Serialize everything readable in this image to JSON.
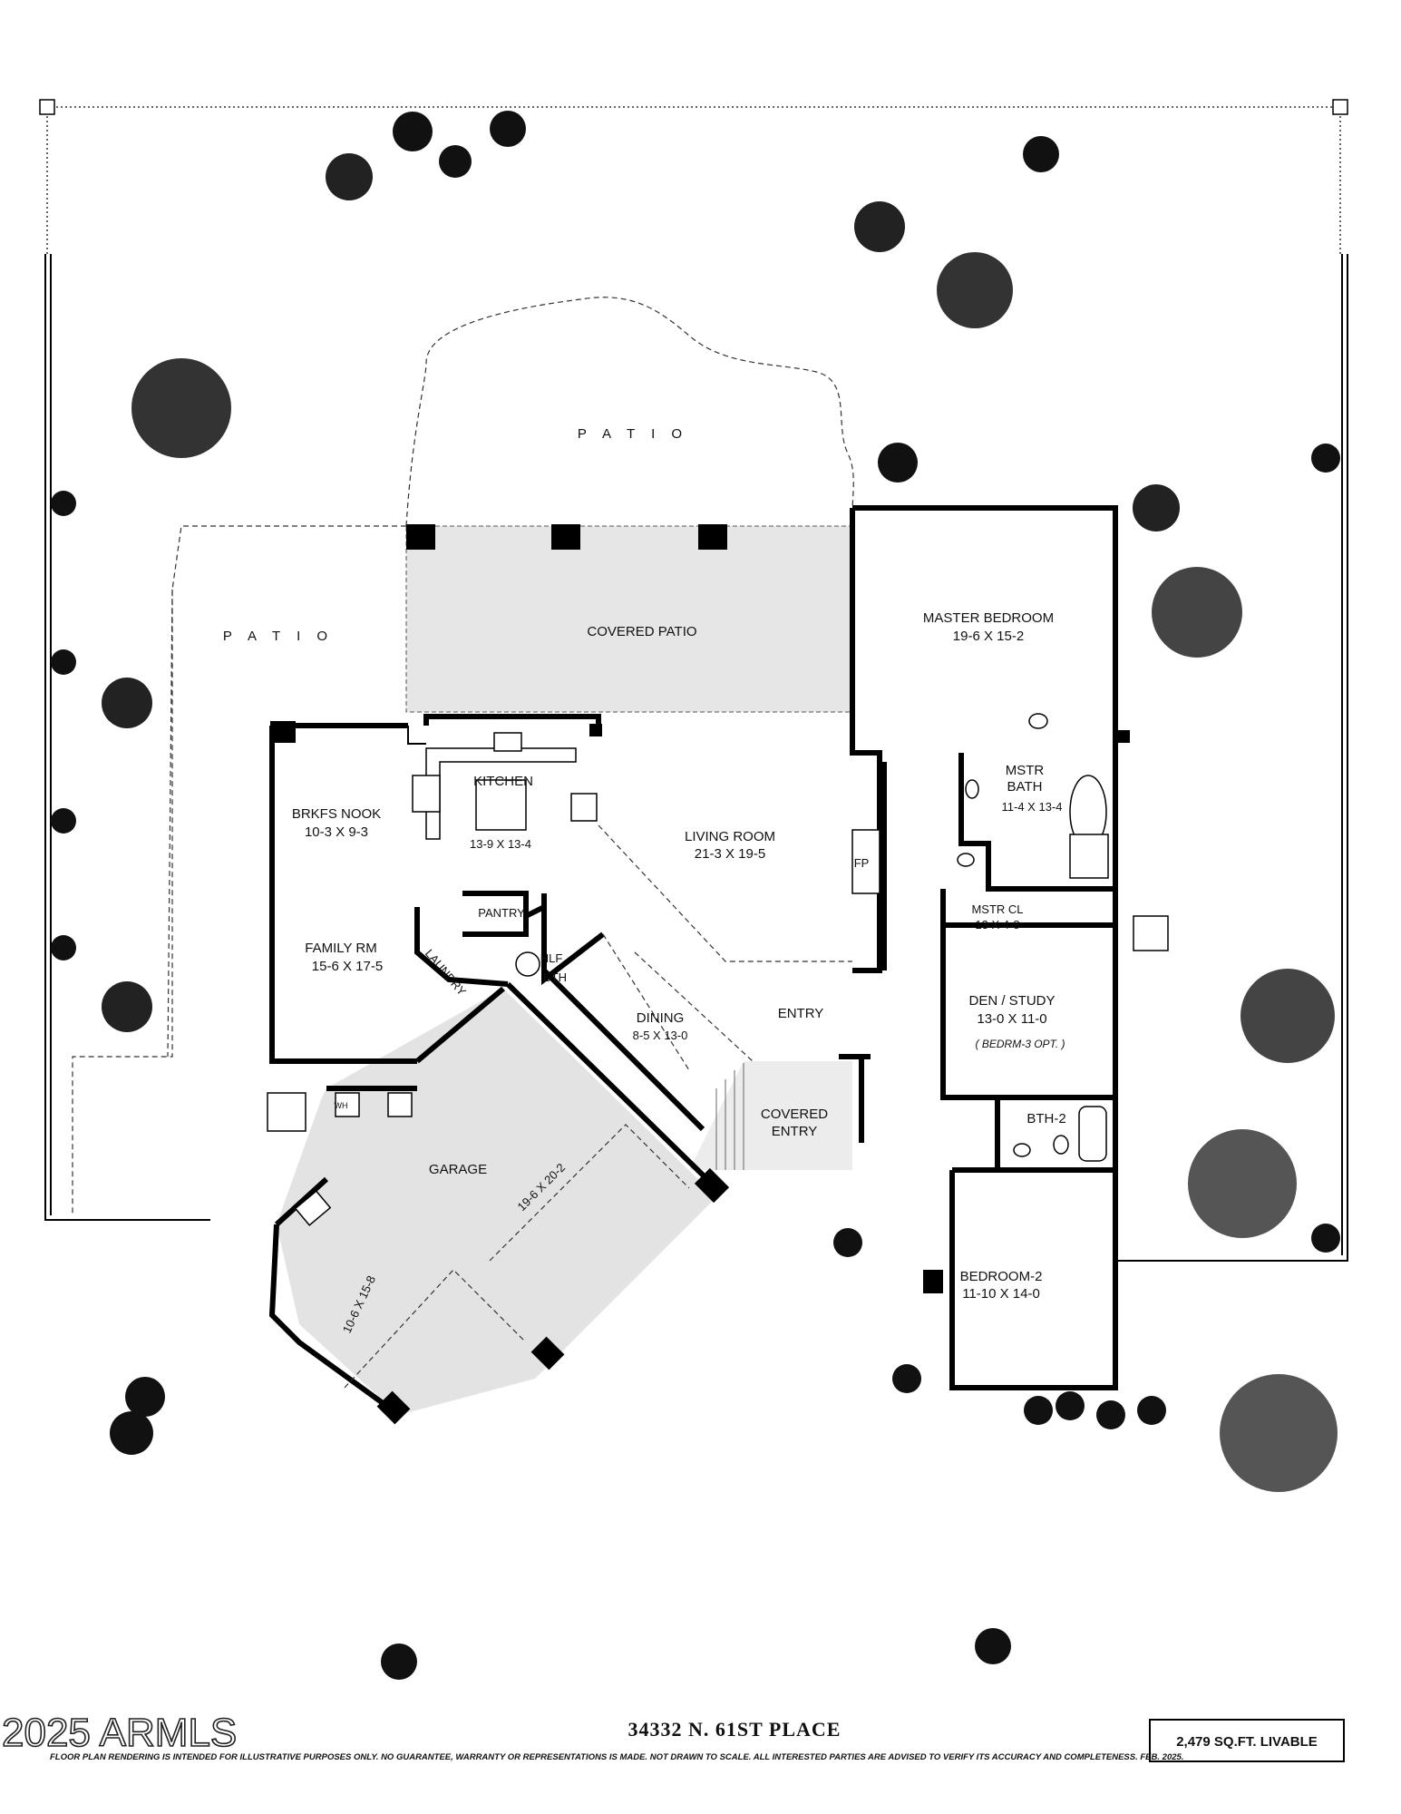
{
  "rooms": {
    "patio_rear": "P A T I O",
    "patio_side": "P A T I O",
    "covered_patio": "COVERED PATIO",
    "master_bedroom": {
      "name": "MASTER BEDROOM",
      "size": "19-6  X  15-2"
    },
    "mstr_bath": {
      "name_line1": "MSTR",
      "name_line2": "BATH",
      "size": "11-4 X 13-4"
    },
    "mstr_cl": {
      "name": "MSTR CL",
      "size": "13 X 4-8"
    },
    "kitchen": {
      "name": "KITCHEN",
      "size": "13-9 X 13-4"
    },
    "brkfs_nook": {
      "name": "BRKFS NOOK",
      "size": "10-3  X  9-3"
    },
    "living_room": {
      "name": "LIVING ROOM",
      "size": "21-3  X  19-5"
    },
    "fireplace": "FP",
    "family_rm": {
      "name": "FAMILY RM",
      "size": "15-6  X  17-5"
    },
    "pantry": "PANTRY",
    "laundry": "LAUNDRY",
    "hlf_bth": {
      "line1": "HLF",
      "line2": "BTH"
    },
    "dining": {
      "name": "DINING",
      "size": "8-5 X 13-0"
    },
    "entry": "ENTRY",
    "covered_entry": {
      "line1": "COVERED",
      "line2": "ENTRY"
    },
    "den_study": {
      "name": "DEN / STUDY",
      "size": "13-0  X  11-0",
      "note": "( BEDRM-3 OPT. )"
    },
    "bth2": "BTH-2",
    "bedroom2": {
      "name": "BEDROOM-2",
      "size": "11-10 X 14-0"
    },
    "garage": {
      "name": "GARAGE",
      "size_main": "19-6  X  20-2",
      "size_side": "10-6  X  15-8"
    },
    "water_heater": "WH"
  },
  "footer": {
    "address": "34332  N. 61ST  PLACE",
    "sqft": "2,479 SQ.FT. LIVABLE",
    "disclaimer": "FLOOR PLAN RENDERING IS INTENDED FOR ILLUSTRATIVE PURPOSES ONLY.  NO GUARANTEE, WARRANTY OR REPRESENTATIONS IS MADE.  NOT DRAWN TO SCALE.  ALL INTERESTED PARTIES ARE ADVISED TO VERIFY ITS ACCURACY AND COMPLETENESS.  FEB. 2025.",
    "watermark": "2025 ARMLS"
  }
}
